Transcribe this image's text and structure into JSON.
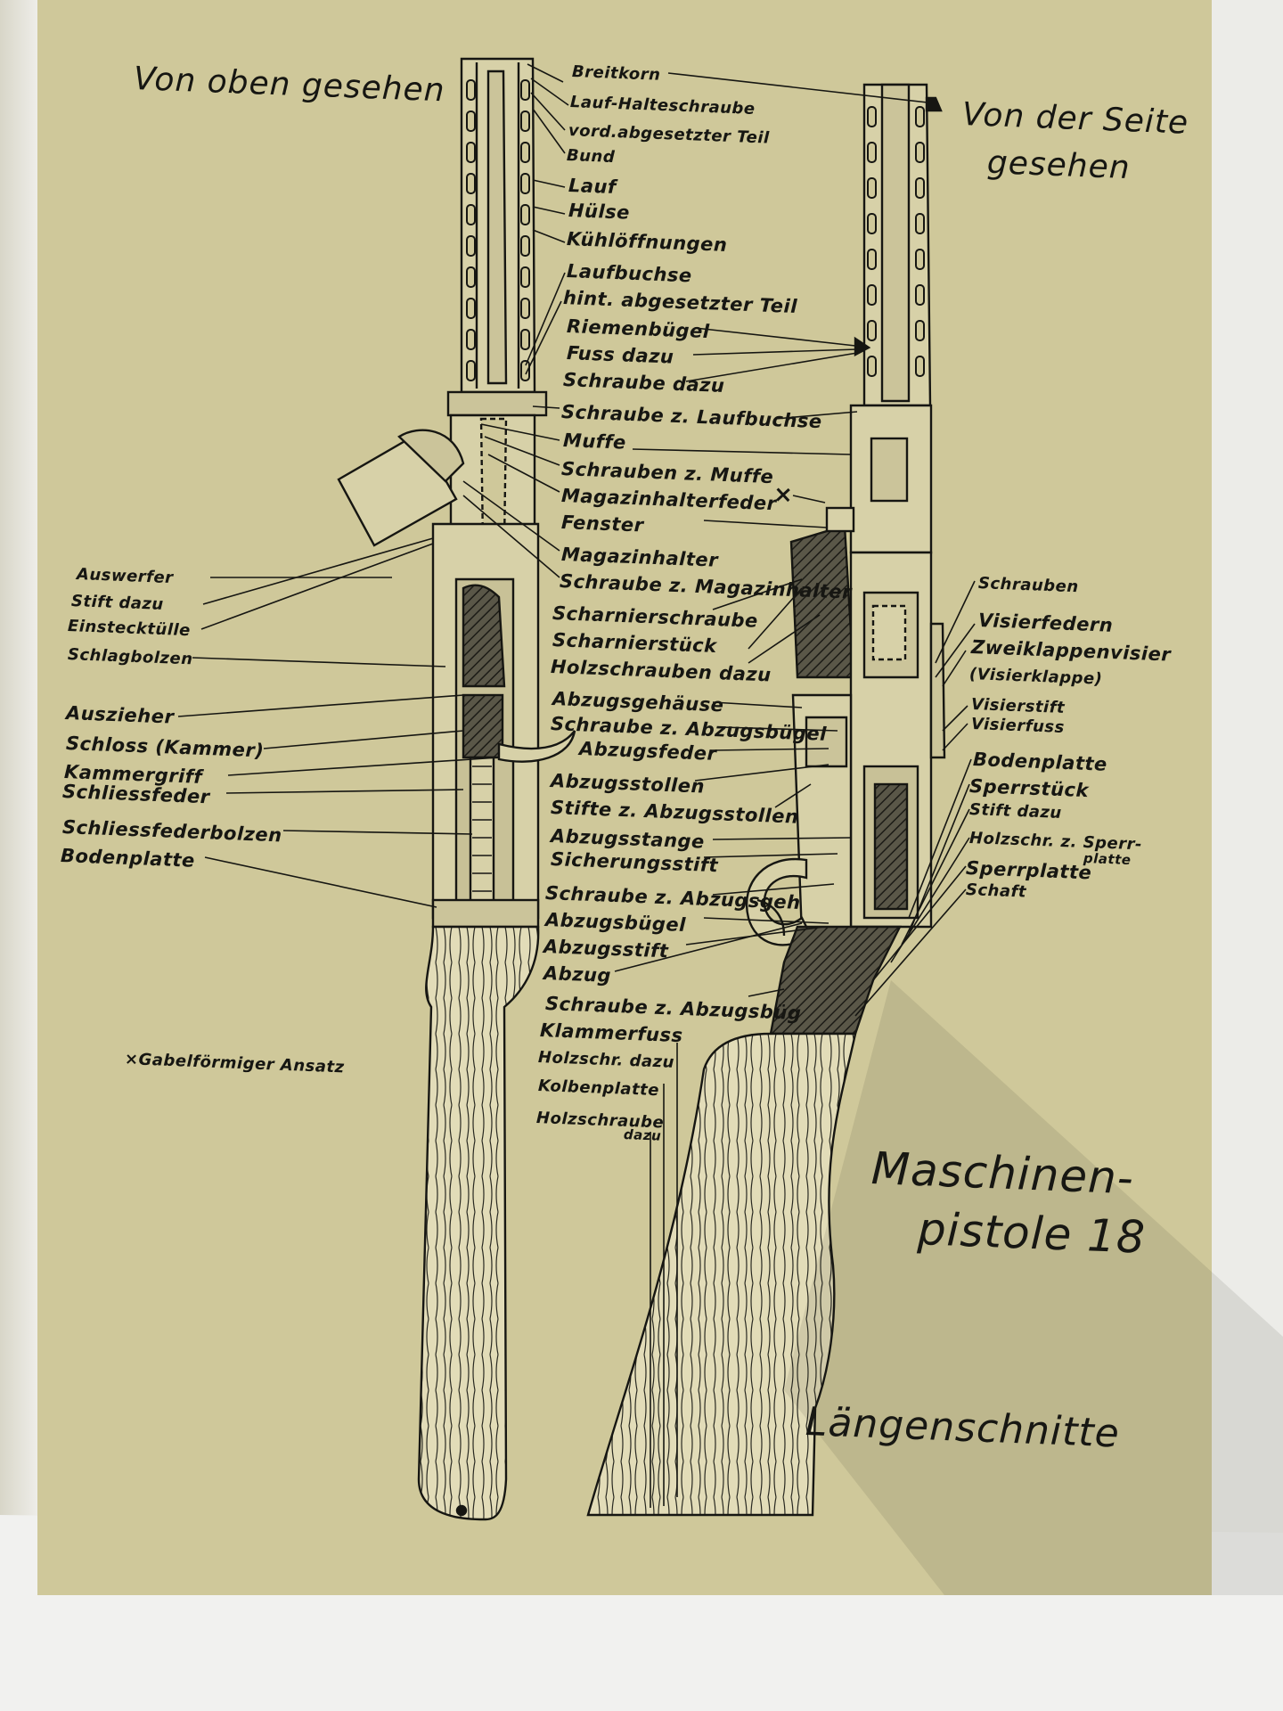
{
  "views": {
    "top": "Von oben gesehen",
    "side_line1": "Von der Seite",
    "side_line2": "gesehen"
  },
  "title": {
    "line1": "Maschinen-",
    "line2": "pistole 18",
    "subtitle": "Längenschnitte"
  },
  "footnote": "×Gabelförmiger Ansatz",
  "marker": "×",
  "labels_center": [
    "Breitkorn",
    "Lauf-Halteschraube",
    "vord.abgesetzter Teil",
    "Bund",
    "Lauf",
    "Hülse",
    "Kühlöffnungen",
    "Laufbuchse",
    "hint. abgesetzter Teil",
    "Riemenbügel",
    "Fuss dazu",
    "Schraube dazu",
    "Schraube z. Laufbuchse",
    "Muffe",
    "Schrauben z. Muffe",
    "Magazinhalterfeder",
    "Fenster",
    "Magazinhalter",
    "Schraube z. Magazinhalter",
    "Scharnierschraube",
    "Scharnierstück",
    "Holzschrauben dazu",
    "Abzugsgehäuse",
    "Schraube z. Abzugsbügel",
    "Abzugsfeder",
    "Abzugsstollen",
    "Stifte z. Abzugsstollen",
    "Abzugsstange",
    "Sicherungsstift",
    "Schraube z. Abzugsgeh",
    "Abzugsbügel",
    "Abzugsstift",
    "Abzug",
    "Schraube z. Abzugsbüg",
    "Klammerfuss",
    "Holzschr. dazu",
    "Kolbenplatte",
    "Holzschraube",
    "dazu"
  ],
  "labels_left": [
    "Auswerfer",
    "Stift dazu",
    "Einstecktülle",
    "Schlagbolzen",
    "Auszieher",
    "Schloss (Kammer)",
    "Kammergriff",
    "Schliessfeder",
    "Schliessfederbolzen",
    "Bodenplatte"
  ],
  "labels_right": [
    "Schrauben",
    "Visierfedern",
    "Zweiklappenvisier",
    "(Visierklappe)",
    "Visierstift",
    "Visierfuss",
    "Bodenplatte",
    "Sperrstück",
    "Stift dazu",
    "Holzschr. z. Sperr-",
    "platte",
    "Sperrplatte",
    "Schaft"
  ],
  "colors": {
    "page": "#cfc89a",
    "ink": "#161612",
    "wood": "#e2dcb8",
    "metal": "#d7d1a8",
    "background": "#e9e9e4"
  }
}
